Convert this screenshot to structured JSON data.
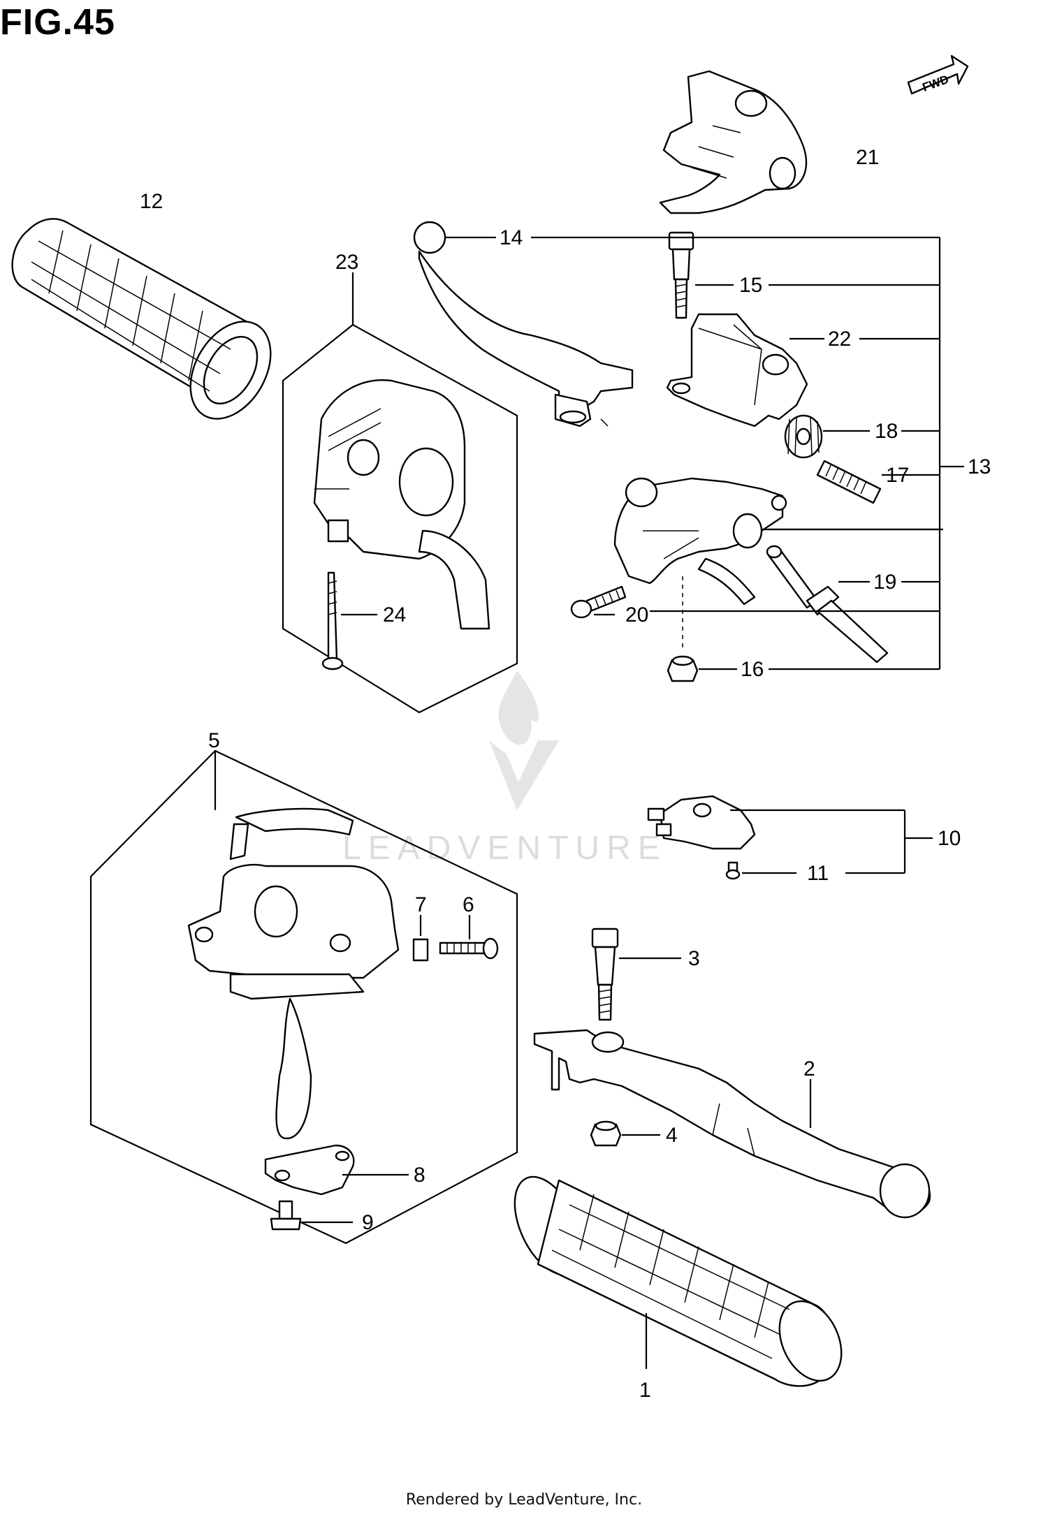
{
  "figure": {
    "title": "FIG.45"
  },
  "direction_badge": {
    "label": "FWD"
  },
  "watermark": {
    "text": "LEADVENTURE"
  },
  "footer": {
    "text": "Rendered by LeadVenture, Inc."
  },
  "callouts": {
    "c1": "1",
    "c2": "2",
    "c3": "3",
    "c4": "4",
    "c5": "5",
    "c6": "6",
    "c7": "7",
    "c8": "8",
    "c9": "9",
    "c10": "10",
    "c11": "11",
    "c12": "12",
    "c13": "13",
    "c14": "14",
    "c15": "15",
    "c16": "16",
    "c17": "17",
    "c18": "18",
    "c19": "19",
    "c20": "20",
    "c21": "21",
    "c22": "22",
    "c23": "23",
    "c24": "24"
  }
}
